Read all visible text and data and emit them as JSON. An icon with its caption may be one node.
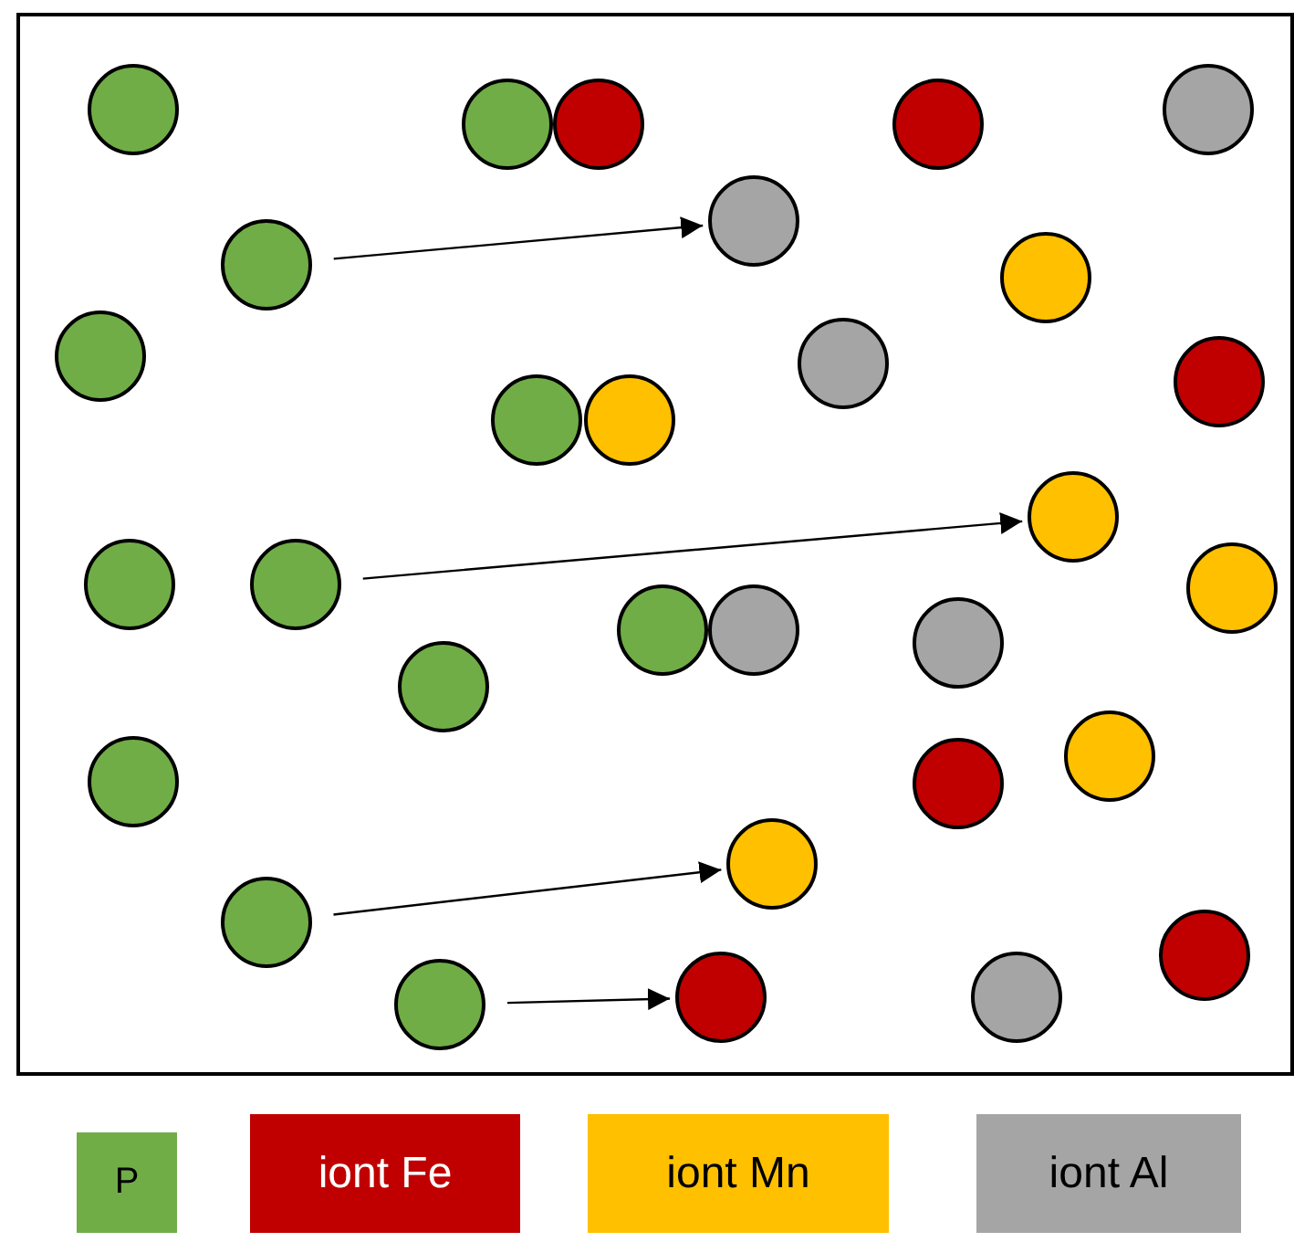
{
  "diagram": {
    "nodes": [
      {
        "text": [],
        "shape": "circle"
      },
      {
        "text": [],
        "shape": "circle"
      },
      {
        "text": [],
        "shape": "circle"
      },
      {
        "text": [],
        "shape": "circle"
      },
      {
        "text": [],
        "shape": "circle"
      },
      {
        "text": [],
        "shape": "circle"
      },
      {
        "text": [],
        "shape": "circle"
      },
      {
        "text": [],
        "shape": "circle"
      },
      {
        "text": [],
        "shape": "circle"
      },
      {
        "text": [],
        "shape": "circle"
      },
      {
        "text": [],
        "shape": "circle"
      },
      {
        "text": [],
        "shape": "circle"
      },
      {
        "text": [],
        "shape": "circle"
      },
      {
        "text": [],
        "shape": "circle"
      },
      {
        "text": [],
        "shape": "circle"
      },
      {
        "text": [],
        "shape": "circle"
      },
      {
        "text": [],
        "shape": "circle"
      },
      {
        "text": [],
        "shape": "circle"
      },
      {
        "text": [],
        "shape": "circle"
      },
      {
        "text": [],
        "shape": "circle"
      },
      {
        "text": [],
        "shape": "circle"
      },
      {
        "text": [],
        "shape": "circle"
      },
      {
        "text": [],
        "shape": "circle"
      },
      {
        "text": [],
        "shape": "circle"
      },
      {
        "text": [],
        "shape": "circle"
      },
      {
        "text": [],
        "shape": "circle"
      },
      {
        "text": [],
        "shape": "circle"
      },
      {
        "text": [],
        "shape": "circle"
      },
      {
        "text": [],
        "shape": "circle"
      },
      {
        "text": [],
        "shape": "circle"
      }
    ],
    "edges": [
      {
        "from": 5,
        "to": 6,
        "arrow": "to"
      },
      {
        "from": 15,
        "to": 13,
        "arrow": "to"
      },
      {
        "from": 24,
        "to": 25,
        "arrow": "to"
      },
      {
        "from": 27,
        "to": 28,
        "arrow": "to"
      }
    ],
    "legend": [
      {
        "text": "P",
        "color": "#70ad47"
      },
      {
        "text": "iont Fe",
        "color": "#c00000"
      },
      {
        "text": "iont Mn",
        "color": "#ffc000"
      },
      {
        "text": "iont Al",
        "color": "#a5a5a5"
      }
    ]
  }
}
